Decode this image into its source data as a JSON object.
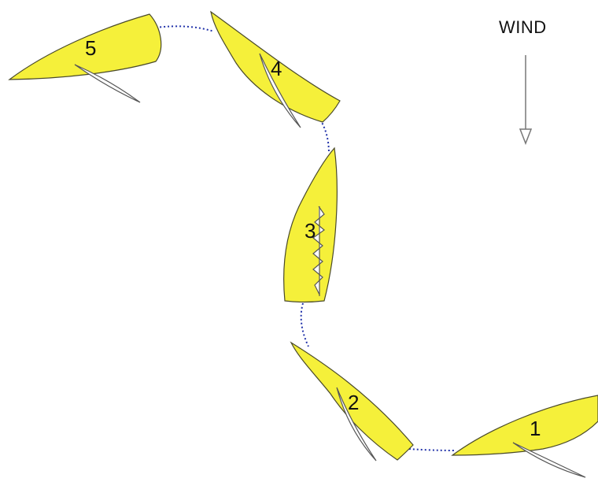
{
  "wind": {
    "label": "WIND"
  },
  "boats": [
    {
      "number": "1"
    },
    {
      "number": "2"
    },
    {
      "number": "3"
    },
    {
      "number": "4"
    },
    {
      "number": "5"
    }
  ],
  "colors": {
    "hull_fill": "#F5F03A",
    "hull_stroke": "#4a4a2a",
    "sail_fill": "#ffffff",
    "sail_stroke": "#555555",
    "track_path": "#2233aa",
    "wind_arrow": "#777777"
  }
}
